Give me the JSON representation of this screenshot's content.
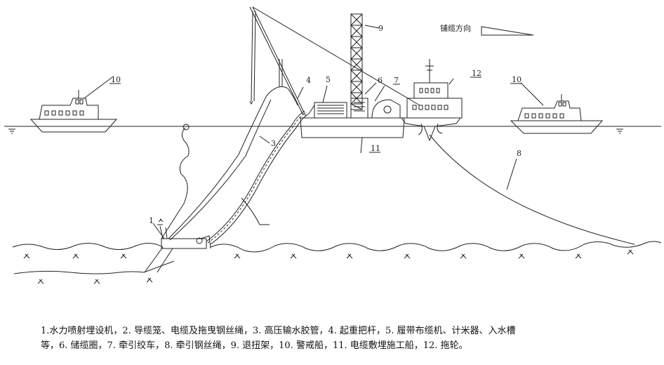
{
  "labels": {
    "n1": "1",
    "n3": "3",
    "n4": "4",
    "n5": "5",
    "n6": "6",
    "n7": "7",
    "n8": "8",
    "n9": "9",
    "n10_left": "10",
    "n10_right": "10",
    "n11": "11",
    "n12": "12"
  },
  "direction_label": "铺缆方向",
  "caption": {
    "line1": "1.水力喷射埋设机，2. 导缆笼、电缆及拖曳钢丝绳，3. 高压输水胶管，4. 起重把杆，5. 履带布缆机、计米器、入水槽",
    "line2": "等，6. 储缆圈，7. 牵引绞车，8. 牵引钢丝绳，9. 退扭架，10. 警戒船，11. 电缆敷埋施工船，12. 拖轮。"
  },
  "colors": {
    "line": "#222222",
    "background": "#ffffff"
  }
}
